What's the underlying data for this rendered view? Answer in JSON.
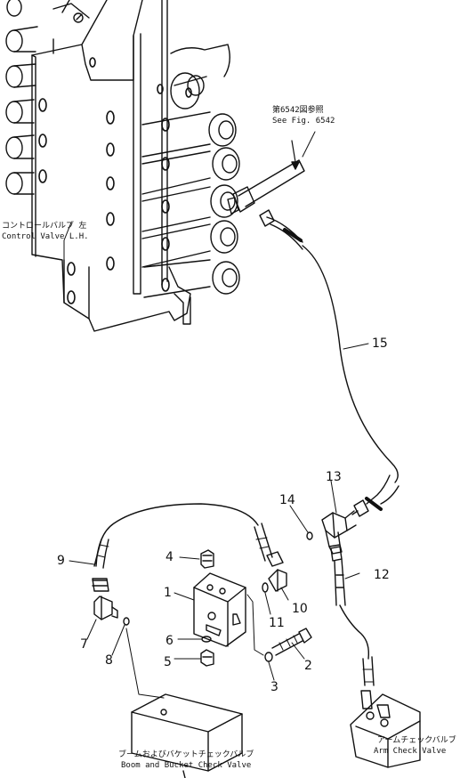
{
  "callouts": {
    "control_valve_jp": "コントロールバルブ 左",
    "control_valve_en": "Control Valve L.H.",
    "see_fig_jp": "第6542図参照",
    "see_fig_en": "See Fig. 6542",
    "boom_check_jp": "ブームおよびバケットチェックバルブ",
    "boom_check_en": "Boom and Bucket Check Valve",
    "arm_check_jp": "アームチェックバルブ",
    "arm_check_en": "Arm Check Valve"
  },
  "part_numbers": {
    "p1": "1",
    "p2": "2",
    "p3": "3",
    "p4": "4",
    "p5": "5",
    "p6": "6",
    "p7": "7",
    "p8": "8",
    "p9": "9",
    "p10": "10",
    "p11": "11",
    "p12": "12",
    "p13": "13",
    "p14": "14",
    "p15": "15"
  }
}
